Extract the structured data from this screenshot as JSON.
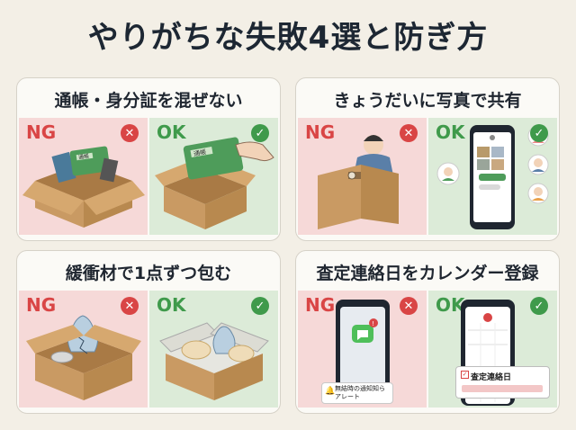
{
  "page_title": "やりがちな失敗4選と防ぎ方",
  "labels": {
    "ng": "NG",
    "ok": "OK"
  },
  "badges": {
    "ng": "✕",
    "ok": "✓"
  },
  "cards": [
    {
      "title": "通帳・身分証を混ぜない",
      "ok_card_text": "通帳",
      "ng_card_text": "通帳"
    },
    {
      "title": "きょうだいに写真で共有"
    },
    {
      "title": "緩衝材で1点ずつ包む"
    },
    {
      "title": "査定連絡日をカレンダー登録",
      "ng_alert_text": "無結時の通知知らアレート",
      "ok_calendar_text": "査定連絡日"
    }
  ],
  "colors": {
    "ng": "#d94545",
    "ok": "#3f9a4b",
    "ng_bg": "#f6d9d8",
    "ok_bg": "#dcebd8",
    "box": "#c99a63",
    "box_dark": "#a97a45"
  }
}
